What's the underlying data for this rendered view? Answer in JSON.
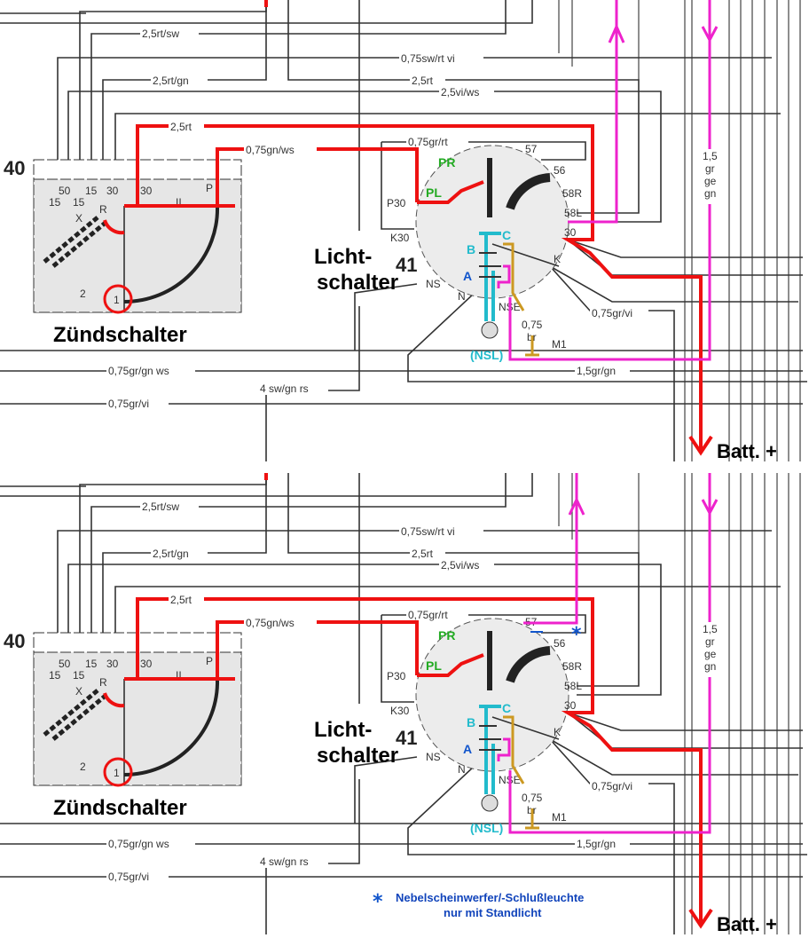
{
  "labels": {
    "ignition_number": "40",
    "ignition_title": "Zündschalter",
    "light_switch_title_1": "Licht-",
    "light_switch_title_2": "schalter",
    "light_switch_number": "41",
    "battery": "Batt. +",
    "wire_25rt_sw": "2,5rt/sw",
    "wire_075sw_rt_vi": "0,75sw/rt vi",
    "wire_25rt_gn": "2,5rt/gn",
    "wire_25rt_a": "2,5rt",
    "wire_25vi_ws": "2,5vi/ws",
    "wire_25rt_b": "2,5rt",
    "wire_075gn_ws": "0,75gn/ws",
    "wire_075gr_rt": "0,75gr/rt",
    "wire_15_gr_ge_gn": [
      "1,5",
      "gr",
      "ge",
      "gn"
    ],
    "wire_075gr_vi_right": "0,75gr/vi",
    "wire_15gr_gn": "1,5gr/gn",
    "wire_075gr_gn_ws": "0,75gr/gn  ws",
    "wire_4sw_gn_rs": "4 sw/gn rs",
    "wire_075gr_vi_left": "0,75gr/vi",
    "wire_075_br": [
      "0,75",
      "br"
    ],
    "ign_terminals": [
      "15",
      "50",
      "15",
      "15",
      "30",
      "30",
      "P",
      "X",
      "R",
      "II",
      "2",
      "1"
    ],
    "ls_terminals": [
      "P30",
      "K30",
      "NS",
      "N",
      "NSE",
      "M1",
      "57",
      "56",
      "58R",
      "58L",
      "30",
      "K"
    ],
    "ls_positions": [
      "PR",
      "PL"
    ],
    "ls_contacts": [
      "A",
      "B",
      "C",
      "(NSL)"
    ],
    "footnote_star": "*",
    "footnote_line1": "Nebelscheinwerfer/-Schlußleuchte",
    "footnote_line2": "nur mit Standlicht"
  },
  "colors": {
    "red": "#ee1111",
    "magenta": "#ee22cc",
    "cyan": "#22bbcc",
    "green": "#22aa22",
    "gold": "#cc9922",
    "blue": "#1155cc"
  }
}
